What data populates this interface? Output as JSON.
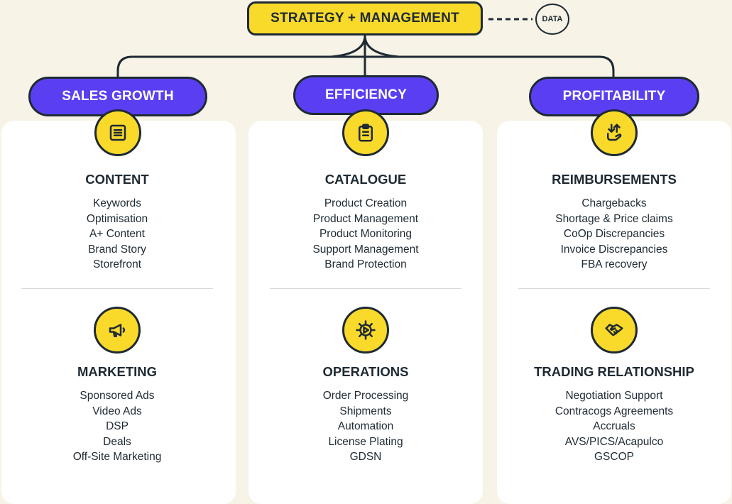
{
  "top": {
    "label": "STRATEGY + MANAGEMENT",
    "data_label": "DATA"
  },
  "colors": {
    "pill": "#5a3ff2",
    "node": "#f9d92a",
    "outline": "#1e2a33",
    "background": "#f7f3e6"
  },
  "pillars": [
    {
      "label": "SALES GROWTH",
      "sections": [
        {
          "icon": "document-icon",
          "title": "CONTENT",
          "items": [
            "Keywords",
            "Optimisation",
            "A+ Content",
            "Brand Story",
            "Storefront"
          ]
        },
        {
          "icon": "megaphone-icon",
          "title": "MARKETING",
          "items": [
            "Sponsored Ads",
            "Video Ads",
            "DSP",
            "Deals",
            "Off-Site Marketing"
          ]
        }
      ]
    },
    {
      "label": "EFFICIENCY",
      "sections": [
        {
          "icon": "clipboard-icon",
          "title": "CATALOGUE",
          "items": [
            "Product Creation",
            "Product Management",
            "Product Monitoring",
            "Support Management",
            "Brand Protection"
          ]
        },
        {
          "icon": "gear-icon",
          "title": "OPERATIONS",
          "items": [
            "Order Processing",
            "Shipments",
            "Automation",
            "License Plating",
            "GDSN"
          ]
        }
      ]
    },
    {
      "label": "PROFITABILITY",
      "sections": [
        {
          "icon": "money-transfer-icon",
          "title": "REIMBURSEMENTS",
          "items": [
            "Chargebacks",
            "Shortage & Price claims",
            "CoOp Discrepancies",
            "Invoice Discrepancies",
            "FBA recovery"
          ]
        },
        {
          "icon": "handshake-icon",
          "title": "TRADING RELATIONSHIP",
          "items": [
            "Negotiation Support",
            "Contracogs Agreements",
            "Accruals",
            "AVS/PICS/Acapulco",
            "GSCOP"
          ]
        }
      ]
    }
  ]
}
